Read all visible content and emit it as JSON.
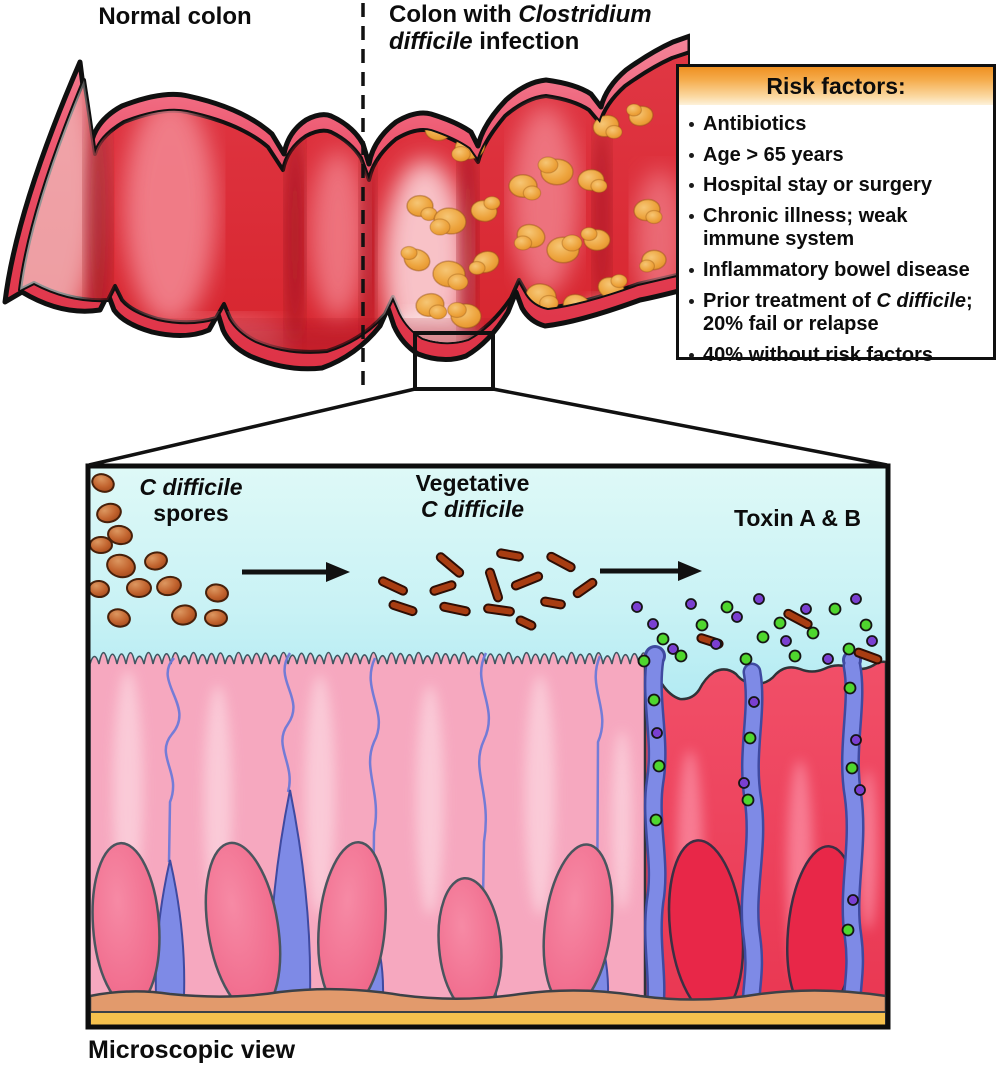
{
  "header": {
    "normal_title": "Normal colon",
    "infected_title_l1a": "Colon with ",
    "infected_title_l1b": "Clostridium",
    "infected_title_l2b": "difficile",
    "infected_title_l2c": " infection"
  },
  "risk_box": {
    "title": "Risk factors:",
    "items": [
      {
        "l1a": "Antibiotics"
      },
      {
        "l1a": "Age > 65 years"
      },
      {
        "l1a": "Hospital stay or surgery"
      },
      {
        "l1a": "Chronic illness; weak",
        "l2": "immune system"
      },
      {
        "l1a": "Inflammatory bowel disease"
      },
      {
        "l1a": "Prior treatment of ",
        "l1b": "C difficile",
        "l1c": ";",
        "l2": "20% fail or relapse"
      },
      {
        "l1a": "40% without risk factors"
      }
    ]
  },
  "micro": {
    "spores_label_italic": "C difficile",
    "spores_label_rest": "spores",
    "veg_label_line1": "Vegetative",
    "veg_label_italic": "C difficile",
    "toxin_label": "Toxin A & B",
    "caption": "Microscopic view"
  },
  "icons": {
    "arrow1": "arrow-right",
    "arrow2": "arrow-right"
  },
  "colors": {
    "colon_red": "#d7272f",
    "rim_pink": "#ef5a72",
    "plaque_orange": "#eda43c",
    "lumen_cyan": "#bfeef4",
    "cell_pink": "#f6a8bf",
    "damaged_cell_red": "#ee405c",
    "goblet_blue": "#7e8ae6",
    "toxin_a_green": "#4fd62e",
    "toxin_b_purple": "#7a3fd1",
    "spore_brown": "#c2642f",
    "rod_red_brown": "#a83d12",
    "basement_salmon": "#e29a6c",
    "submucosa_yellow": "#f6c14d",
    "risk_header_orange": "#f08d15",
    "outline_black": "#101010"
  }
}
